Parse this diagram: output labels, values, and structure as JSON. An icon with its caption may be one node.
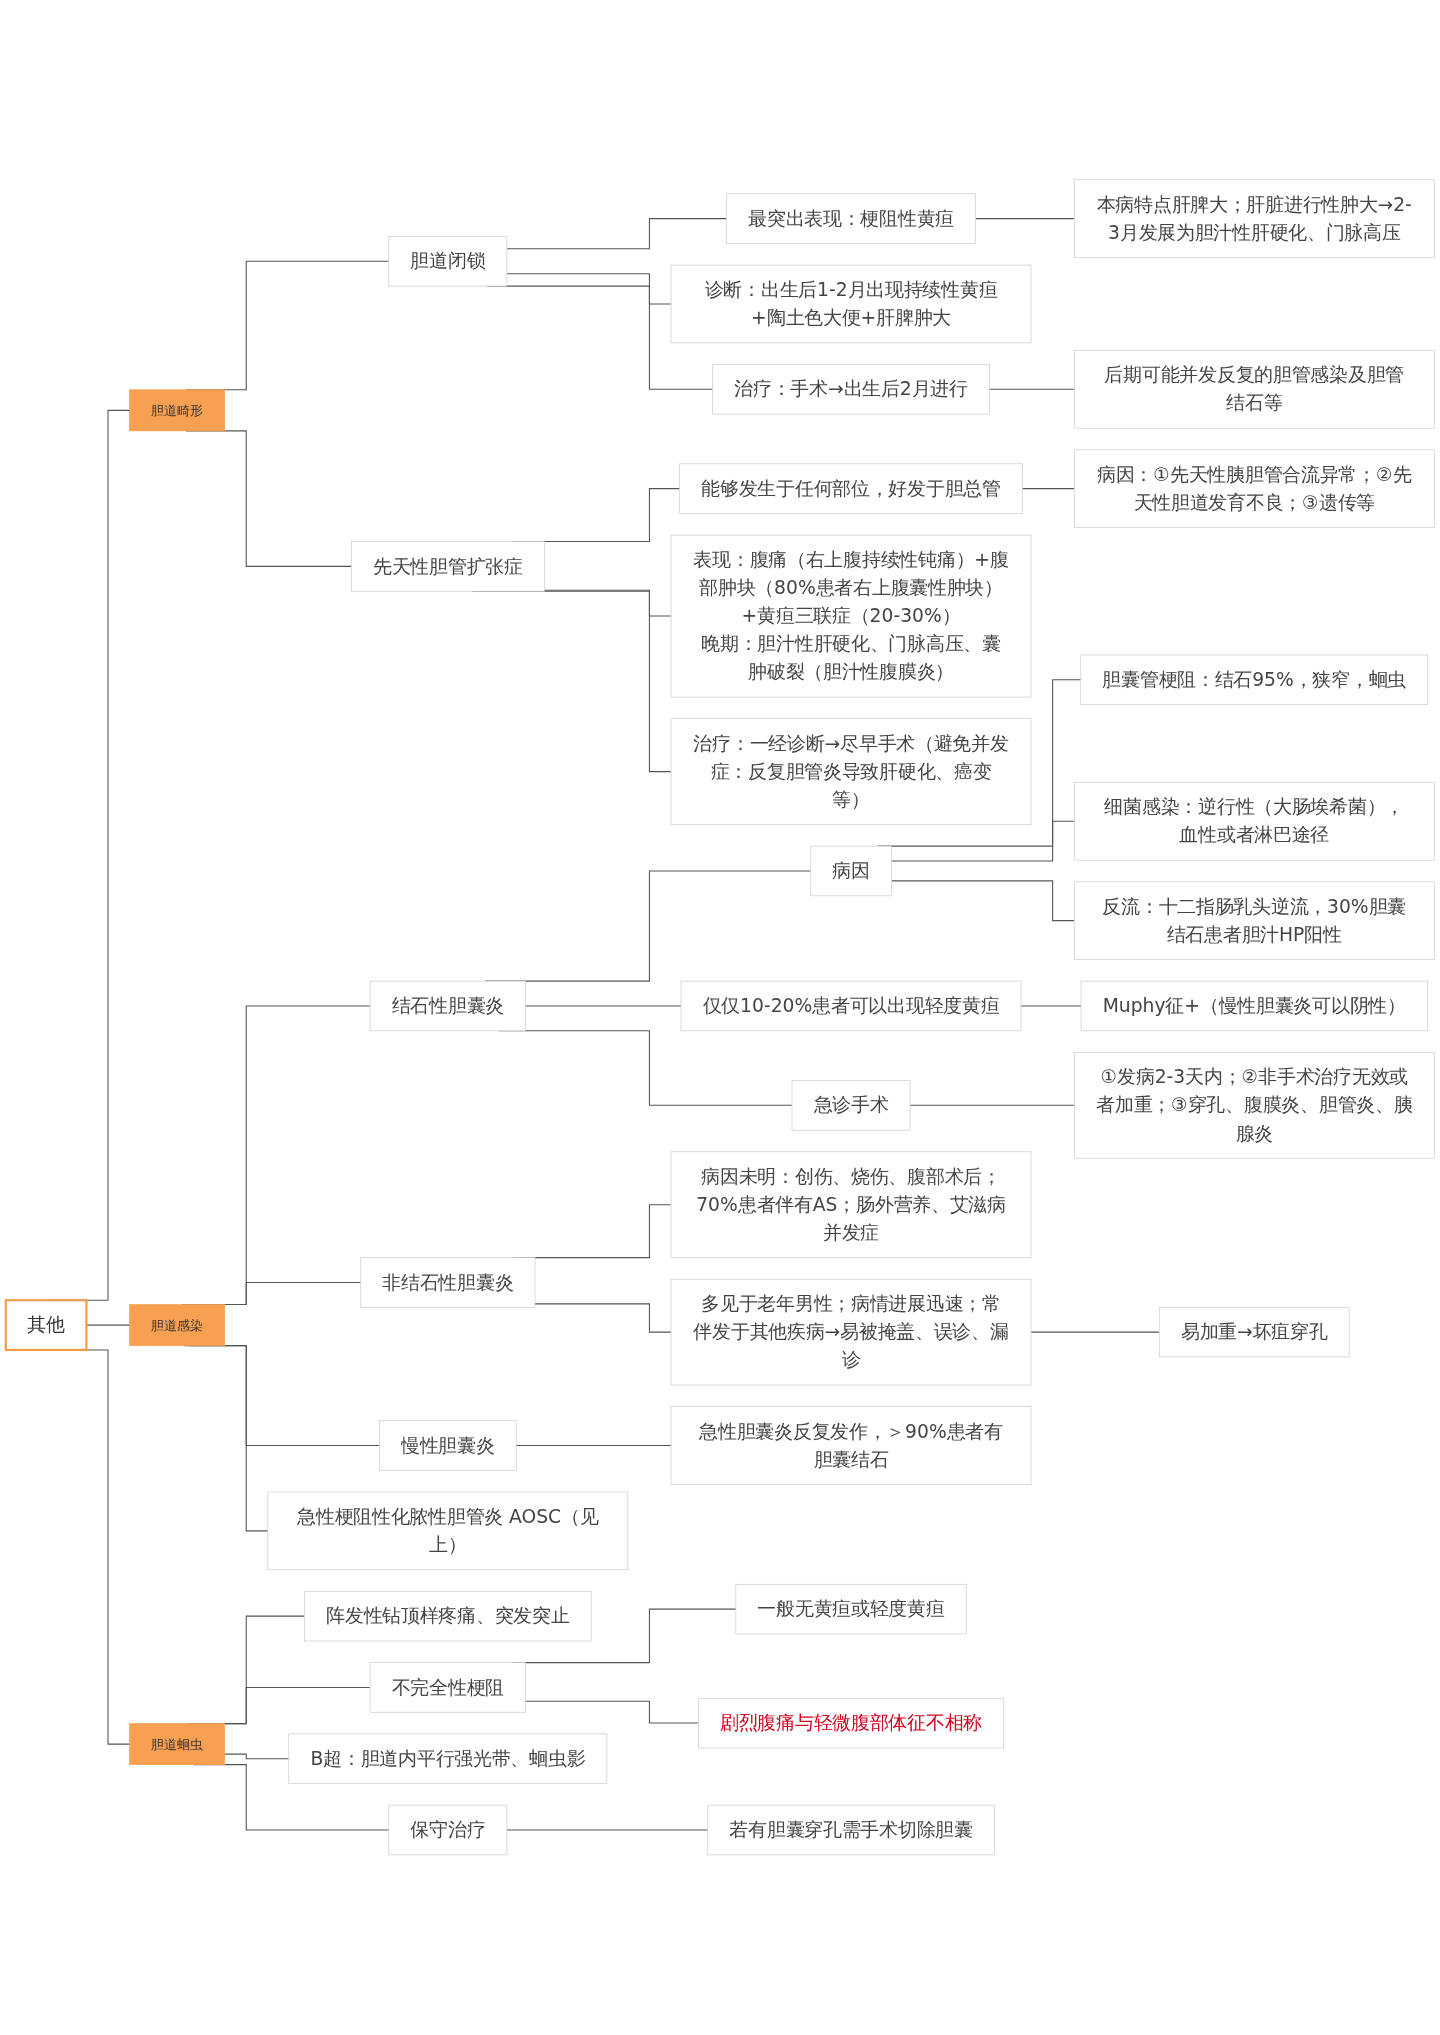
{
  "diagram": {
    "nodes": [
      {
        "text": [
          "其他"
        ]
      },
      {
        "text": [
          "胆道畸形"
        ]
      },
      {
        "text": [
          "胆道闭锁"
        ]
      },
      {
        "text": [
          "最突出表现：梗阻性黄疸"
        ]
      },
      {
        "text": [
          "本病特点肝脾大；肝脏进行性肿大→2-3月发展为胆汁性肝硬化、门脉高压"
        ]
      },
      {
        "text": [
          "诊断：出生后1-2月出现持续性黄疸+陶土色大便+肝脾肿大"
        ]
      },
      {
        "text": [
          "治疗：手术→出生后2月进行"
        ]
      },
      {
        "text": [
          "后期可能并发反复的胆管感染及胆管结石等"
        ]
      },
      {
        "text": [
          "先天性胆管扩张症"
        ]
      },
      {
        "text": [
          "能够发生于任何部位，好发于胆总管"
        ]
      },
      {
        "text": [
          "病因：①先天性胰胆管合流异常；②先天性胆道发育不良；③遗传等"
        ]
      },
      {
        "text": [
          "表现：腹痛（右上腹持续性钝痛）+腹部肿块（80%患者右上腹囊性肿块）+黄疸三联症（20-30%）",
          "晚期：胆汁性肝硬化、门脉高压、囊肿破裂（胆汁性腹膜炎）"
        ]
      },
      {
        "text": [
          "治疗：一经诊断→尽早手术（避免并发症：反复胆管炎导致肝硬化、癌变等）"
        ]
      },
      {
        "text": [
          "胆道感染"
        ]
      },
      {
        "text": [
          "结石性胆囊炎"
        ]
      },
      {
        "text": [
          "病因"
        ]
      },
      {
        "text": [
          "胆囊管梗阻：结石95%，狭窄，蛔虫"
        ]
      },
      {
        "text": [
          "细菌感染：逆行性（大肠埃希菌），血性或者淋巴途径"
        ]
      },
      {
        "text": [
          "反流：十二指肠乳头逆流，30%胆囊结石患者胆汁HP阳性"
        ]
      },
      {
        "text": [
          "仅仅10-20%患者可以出现轻度黄疸"
        ]
      },
      {
        "text": [
          "Muphy征+（慢性胆囊炎可以阴性）"
        ]
      },
      {
        "text": [
          "急诊手术"
        ]
      },
      {
        "text": [
          "①发病2-3天内；②非手术治疗无效或者加重；③穿孔、腹膜炎、胆管炎、胰腺炎"
        ]
      },
      {
        "text": [
          "非结石性胆囊炎"
        ]
      },
      {
        "text": [
          "病因未明：创伤、烧伤、腹部术后；70%患者伴有AS；肠外营养、艾滋病并发症"
        ]
      },
      {
        "text": [
          "多见于老年男性；病情进展迅速；常伴发于其他疾病→易被掩盖、误诊、漏诊"
        ]
      },
      {
        "text": [
          "易加重→坏疽穿孔"
        ]
      },
      {
        "text": [
          "慢性胆囊炎"
        ]
      },
      {
        "text": [
          "急性胆囊炎反复发作，＞90%患者有胆囊结石"
        ]
      },
      {
        "text": [
          "急性梗阻性化脓性胆管炎 AOSC（见上）"
        ]
      },
      {
        "text": [
          "胆道蛔虫"
        ]
      },
      {
        "text": [
          "阵发性钻顶样疼痛、突发突止"
        ]
      },
      {
        "text": [
          "不完全性梗阻"
        ]
      },
      {
        "text": [
          "一般无黄疸或轻度黄疸"
        ]
      },
      {
        "text": [
          "剧烈腹痛与轻微腹部体征不相称"
        ]
      },
      {
        "text": [
          "B超：胆道内平行强光带、蛔虫影"
        ]
      },
      {
        "text": [
          "保守治疗"
        ]
      },
      {
        "text": [
          "若有胆囊穿孔需手术切除胆囊"
        ]
      }
    ],
    "edges": [
      {
        "from": 0,
        "to": 1,
        "arrow": "none"
      },
      {
        "from": 1,
        "to": 2,
        "arrow": "none"
      },
      {
        "from": 2,
        "to": 3,
        "arrow": "none"
      },
      {
        "from": 3,
        "to": 4,
        "arrow": "none"
      },
      {
        "from": 2,
        "to": 5,
        "arrow": "none"
      },
      {
        "from": 2,
        "to": 6,
        "arrow": "none"
      },
      {
        "from": 6,
        "to": 7,
        "arrow": "none"
      },
      {
        "from": 1,
        "to": 8,
        "arrow": "none"
      },
      {
        "from": 8,
        "to": 9,
        "arrow": "none"
      },
      {
        "from": 9,
        "to": 10,
        "arrow": "none"
      },
      {
        "from": 8,
        "to": 11,
        "arrow": "none"
      },
      {
        "from": 8,
        "to": 12,
        "arrow": "none"
      },
      {
        "from": 0,
        "to": 13,
        "arrow": "none"
      },
      {
        "from": 13,
        "to": 14,
        "arrow": "none"
      },
      {
        "from": 14,
        "to": 15,
        "arrow": "none"
      },
      {
        "from": 15,
        "to": 16,
        "arrow": "none"
      },
      {
        "from": 15,
        "to": 17,
        "arrow": "none"
      },
      {
        "from": 15,
        "to": 18,
        "arrow": "none"
      },
      {
        "from": 14,
        "to": 19,
        "arrow": "none"
      },
      {
        "from": 19,
        "to": 20,
        "arrow": "none"
      },
      {
        "from": 14,
        "to": 21,
        "arrow": "none"
      },
      {
        "from": 21,
        "to": 22,
        "arrow": "none"
      },
      {
        "from": 13,
        "to": 23,
        "arrow": "none"
      },
      {
        "from": 23,
        "to": 24,
        "arrow": "none"
      },
      {
        "from": 23,
        "to": 25,
        "arrow": "none"
      },
      {
        "from": 25,
        "to": 26,
        "arrow": "none"
      },
      {
        "from": 13,
        "to": 27,
        "arrow": "none"
      },
      {
        "from": 27,
        "to": 28,
        "arrow": "none"
      },
      {
        "from": 13,
        "to": 29,
        "arrow": "none"
      },
      {
        "from": 0,
        "to": 30,
        "arrow": "none"
      },
      {
        "from": 30,
        "to": 31,
        "arrow": "none"
      },
      {
        "from": 30,
        "to": 32,
        "arrow": "none"
      },
      {
        "from": 32,
        "to": 33,
        "arrow": "none"
      },
      {
        "from": 32,
        "to": 34,
        "arrow": "none"
      },
      {
        "from": 30,
        "to": 35,
        "arrow": "none"
      },
      {
        "from": 30,
        "to": 36,
        "arrow": "none"
      },
      {
        "from": 36,
        "to": 37,
        "arrow": "none"
      }
    ]
  }
}
